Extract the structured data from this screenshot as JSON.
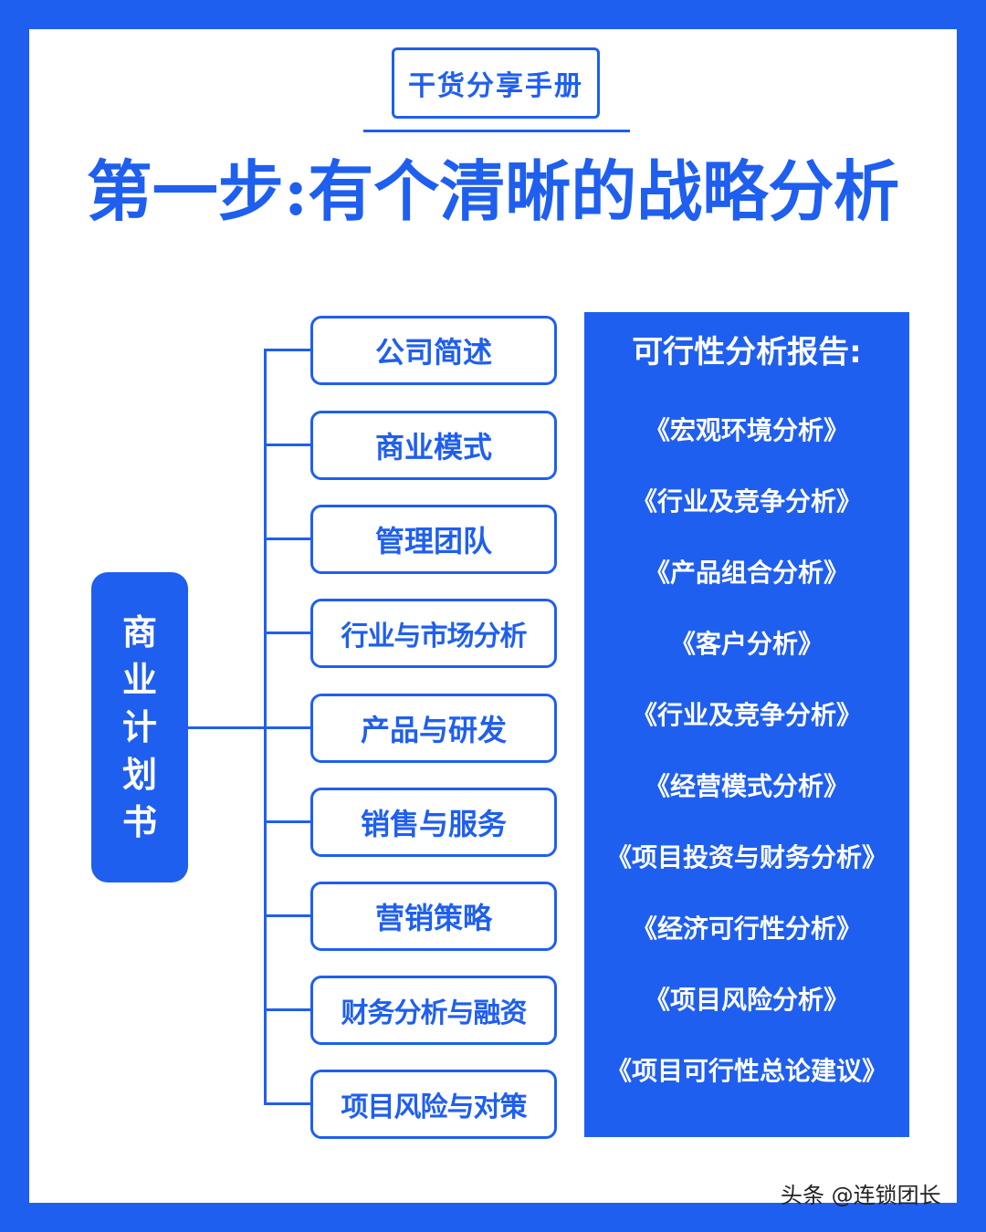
{
  "header": {
    "tag": "干货分享手册",
    "title": "第一步:有个清晰的战略分析"
  },
  "diagram": {
    "root": [
      "商",
      "业",
      "计",
      "划",
      "书"
    ],
    "items": [
      "公司简述",
      "商业模式",
      "管理团队",
      "行业与市场分析",
      "产品与研发",
      "销售与服务",
      "营销策略",
      "财务分析与融资",
      "项目风险与对策"
    ]
  },
  "report": {
    "title": "可行性分析报告:",
    "items": [
      "《宏观环境分析》",
      "《行业及竞争分析》",
      "《产品组合分析》",
      "《客户分析》",
      "《行业及竞争分析》",
      "《经营模式分析》",
      "《项目投资与财务分析》",
      "《经济可行性分析》",
      "《项目风险分析》",
      "《项目可行性总论建议》"
    ]
  },
  "footer": {
    "watermark": "头条 @连锁团长"
  },
  "colors": {
    "accent": "#1f5fef",
    "background": "#ffffff"
  }
}
